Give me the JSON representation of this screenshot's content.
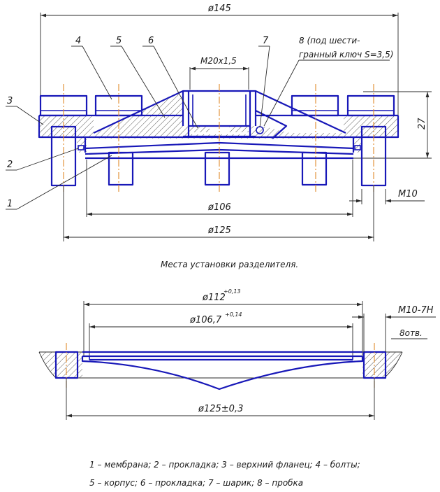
{
  "dimensions": {
    "d145": "ø145",
    "h27": "27",
    "m20": "M20x1,5",
    "m10": "M10",
    "d106": "ø106",
    "d125": "ø125",
    "d112": "ø112",
    "d112_tol": "+0,13",
    "d1067": "ø106,7",
    "d1067_tol": "+0,14",
    "d125_tol": "ø125±0,3",
    "m10_7h": "M10-7H",
    "holes": "8отв."
  },
  "labels": {
    "l1": "1",
    "l2": "2",
    "l3": "3",
    "l4": "4",
    "l5": "5",
    "l6": "6",
    "l7": "7",
    "l8_line1": "8 (под шести-",
    "l8_line2": "гранный ключ S=3,5)"
  },
  "caption": "Места установки разделителя.",
  "legend": {
    "line1": "1 – мембрана; 2 – прокладка; 3 – верхний фланец; 4 – болты;",
    "line2": "5 – корпус; 6 – прокладка; 7 – шарик; 8 – пробка"
  },
  "colors": {
    "outline": "#1818b8",
    "axis": "#e08a2a",
    "ink": "#2a2a2a"
  }
}
